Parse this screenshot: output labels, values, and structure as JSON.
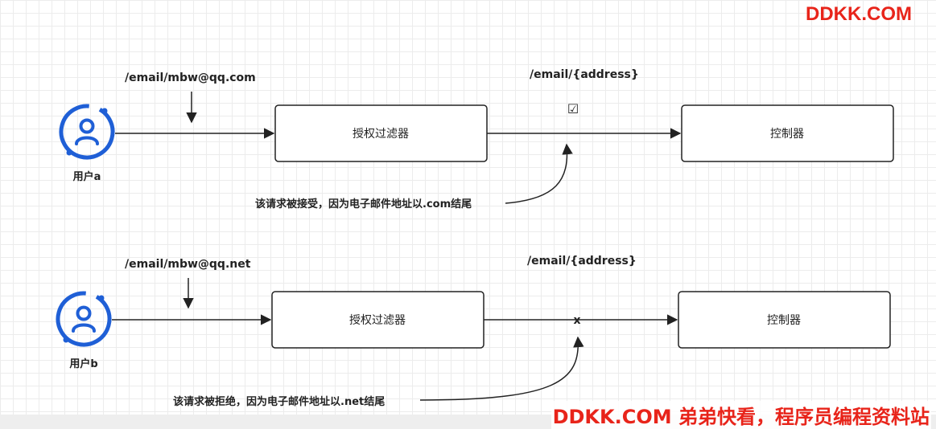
{
  "watermark": {
    "top": "DDKK.COM",
    "bottom": "DDKK.COM 弟弟快看，程序员编程资料站"
  },
  "colors": {
    "accent": "#1f5fd6",
    "watermark": "#e8241a",
    "stroke": "#222222"
  },
  "flow_a": {
    "user_icon": "user-circle-icon",
    "user_label": "用户a",
    "request_url": "/email/mbw@qq.com",
    "filter_label": "授权过滤器",
    "endpoint_pattern": "/email/{address}",
    "result_mark": "☑",
    "controller_label": "控制器",
    "note": "该请求被接受，因为电子邮件地址以.com结尾"
  },
  "flow_b": {
    "user_icon": "user-circle-icon",
    "user_label": "用户b",
    "request_url": "/email/mbw@qq.net",
    "filter_label": "授权过滤器",
    "endpoint_pattern": "/email/{address}",
    "result_mark": "x",
    "controller_label": "控制器",
    "note": "该请求被拒绝，因为电子邮件地址以.net结尾"
  }
}
